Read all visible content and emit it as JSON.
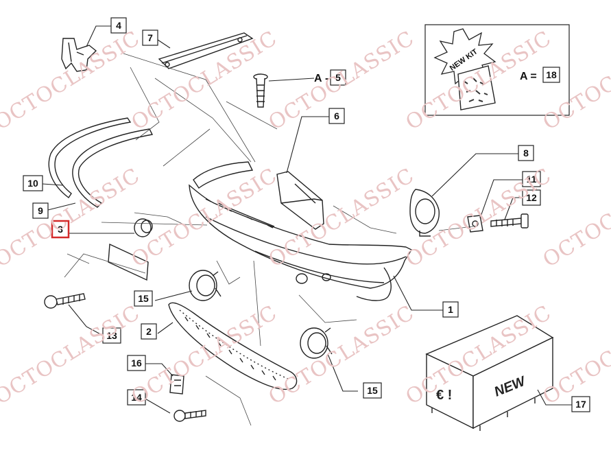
{
  "watermark": {
    "text": "OCTOCLASSIC",
    "color": "#e9c4c4"
  },
  "highlight_color": "#d42a2a",
  "callouts": {
    "c1": "1",
    "c2": "2",
    "c3": "3",
    "c4": "4",
    "c5": "5",
    "c6": "6",
    "c7": "7",
    "c8": "8",
    "c9": "9",
    "c10": "10",
    "c11": "11",
    "c12": "12",
    "c13": "13",
    "c14": "14",
    "c15a": "15",
    "c15b": "15",
    "c16": "16",
    "c17": "17",
    "c18": "18"
  },
  "labels": {
    "a_ref": "A",
    "a_dash": "-",
    "a_eq": "A =",
    "kit_badge": "NEW KIT",
    "crate_text": "NEW",
    "crate_euro": "€ !"
  }
}
